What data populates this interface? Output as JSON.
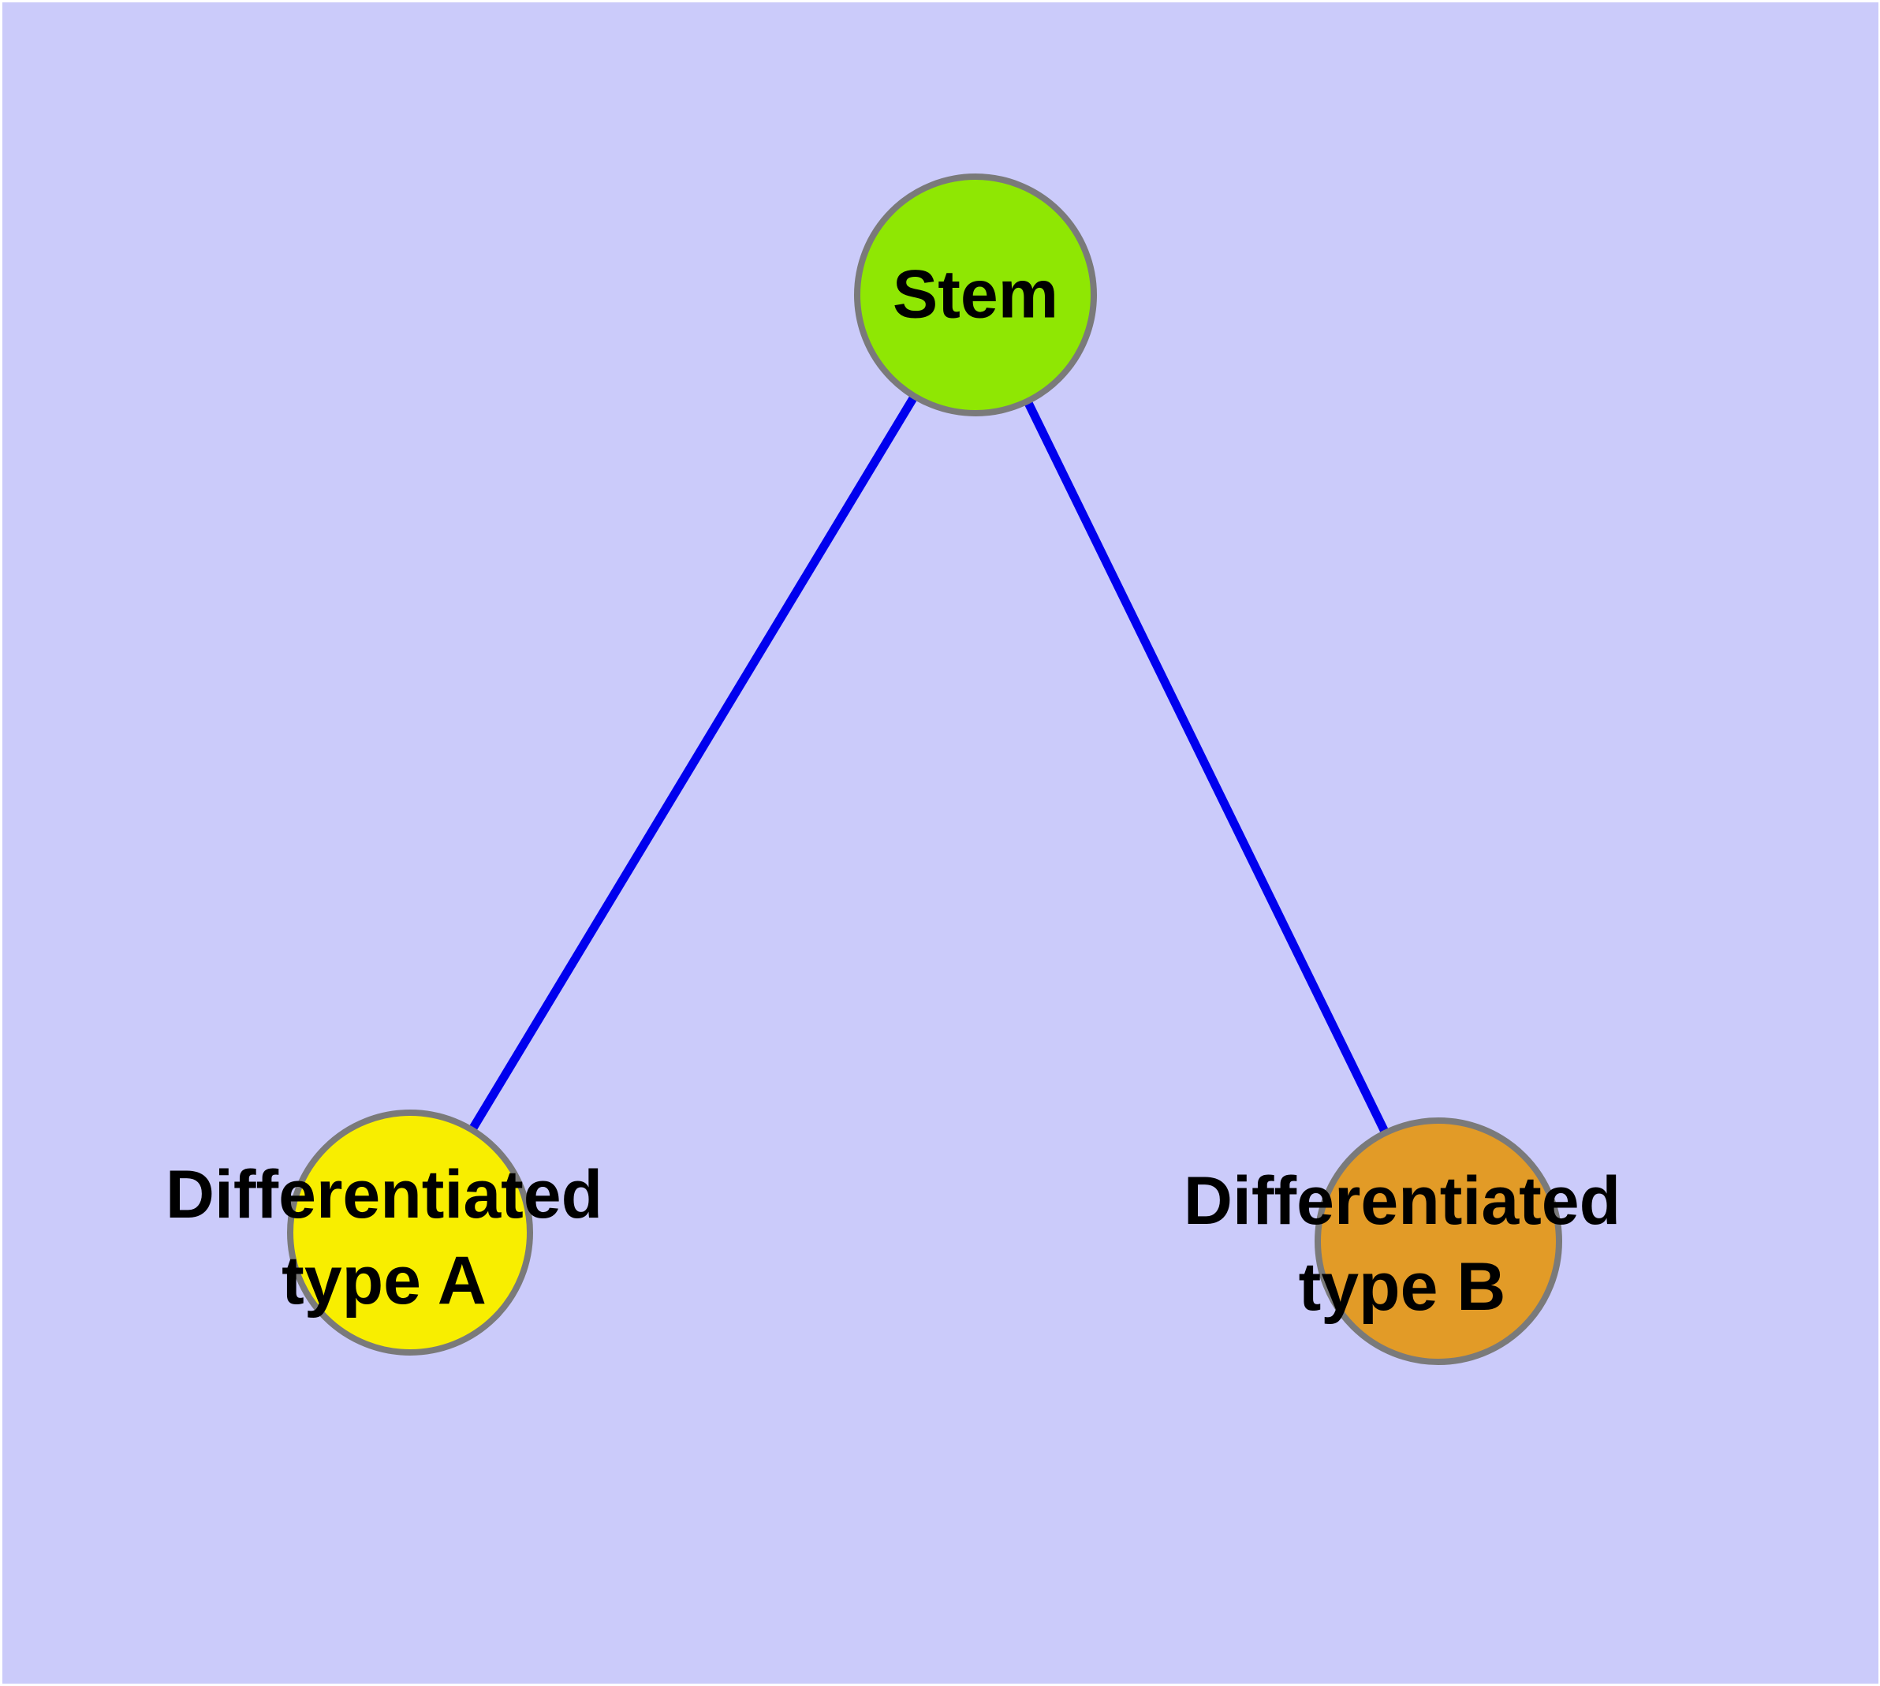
{
  "diagram_type": "node-link-graph",
  "colors": {
    "frame": "#FFFFFF",
    "background": "#CBCBFA",
    "edge": "#0000EE",
    "node_border": "#7A7A7A",
    "label": "#000000"
  },
  "nodes": {
    "stem": {
      "id": "stem",
      "label": "Stem",
      "fill": "#8FE703"
    },
    "type_a": {
      "id": "type_a",
      "label_line1": "Differentiated",
      "label_line2": "type A",
      "fill": "#F8EE00"
    },
    "type_b": {
      "id": "type_b",
      "label_line1": "Differentiated",
      "label_line2": "type B",
      "fill": "#E29B27"
    }
  },
  "edges": [
    {
      "from": "stem",
      "to": "type_a"
    },
    {
      "from": "stem",
      "to": "type_b"
    }
  ]
}
